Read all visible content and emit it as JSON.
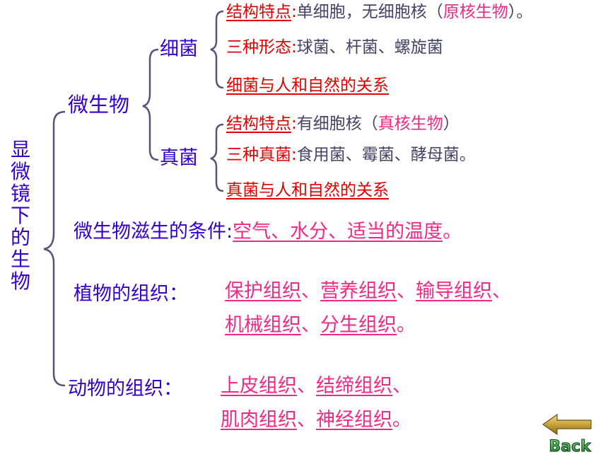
{
  "root": {
    "title": "显微镜下的生物"
  },
  "microbes": {
    "label": "微生物",
    "bacteria": {
      "label": "细菌",
      "structure_key": "结构特点",
      "structure_colon": ":",
      "structure_text": "单细胞，无细胞核（",
      "structure_highlight": "原核生物",
      "structure_close": "）。",
      "forms_key": "三种形态",
      "forms_colon": ":",
      "forms_text": "球菌、杆菌、螺旋菌",
      "relation": "细菌与人和自然的关系"
    },
    "fungi": {
      "label": "真菌",
      "structure_key": "结构特点",
      "structure_colon": ":",
      "structure_text": "有细胞核（",
      "structure_highlight": "真核生物",
      "structure_close": "）",
      "types_key": "三种真菌",
      "types_colon": ":",
      "types_text": "食用菌、霉菌、酵母菌。",
      "relation": "真菌与人和自然的关系"
    }
  },
  "conditions": {
    "label": "微生物滋生的条件:",
    "value": "空气、水分、适当的温度",
    "end": "。"
  },
  "plant_tissues": {
    "label": "植物的组织：",
    "items": [
      "保护组织",
      "营养组织",
      "输导组织",
      "机械组织",
      "分生组织"
    ],
    "sep": "、",
    "end": "。"
  },
  "animal_tissues": {
    "label": "动物的组织：",
    "items": [
      "上皮组织",
      "结缔组织",
      "肌肉组织",
      "神经组织"
    ],
    "sep": "、",
    "end": "。"
  },
  "nav": {
    "back_label": "Back"
  },
  "colors": {
    "heading": "#3300cc",
    "key": "#e00000",
    "link": "#ee2a86",
    "body": "#444466"
  }
}
